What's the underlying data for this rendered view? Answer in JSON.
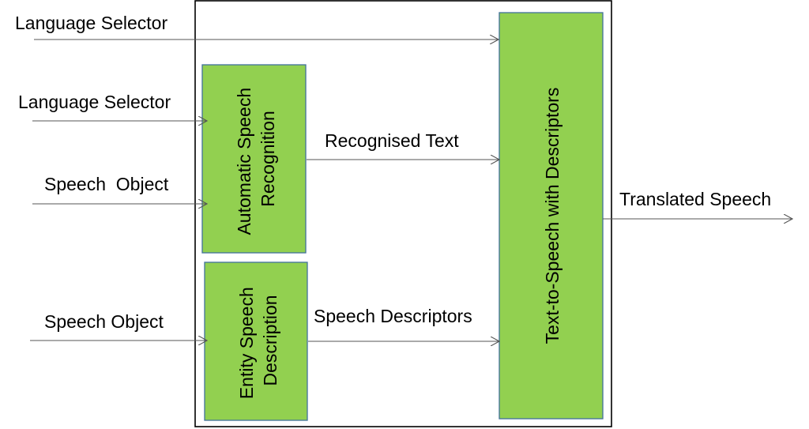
{
  "inputs": {
    "language_selector_top": "Language Selector",
    "language_selector_asr": "Language Selector",
    "speech_object_asr": "Speech  Object",
    "speech_object_esd": "Speech Object"
  },
  "modules": {
    "asr": {
      "line1": "Automatic Speech",
      "line2": "Recognition"
    },
    "esd": {
      "line1": "Entity Speech",
      "line2": "Description"
    },
    "tts": {
      "line1": "Text-to-Speech with Descriptors"
    }
  },
  "flows": {
    "recognised_text": "Recognised Text",
    "speech_descriptors": "Speech Descriptors"
  },
  "output": {
    "translated_speech": "Translated Speech"
  },
  "colors": {
    "module_fill": "#92d050",
    "module_border": "#41719c",
    "arrow": "#555555",
    "frame": "#000000"
  }
}
